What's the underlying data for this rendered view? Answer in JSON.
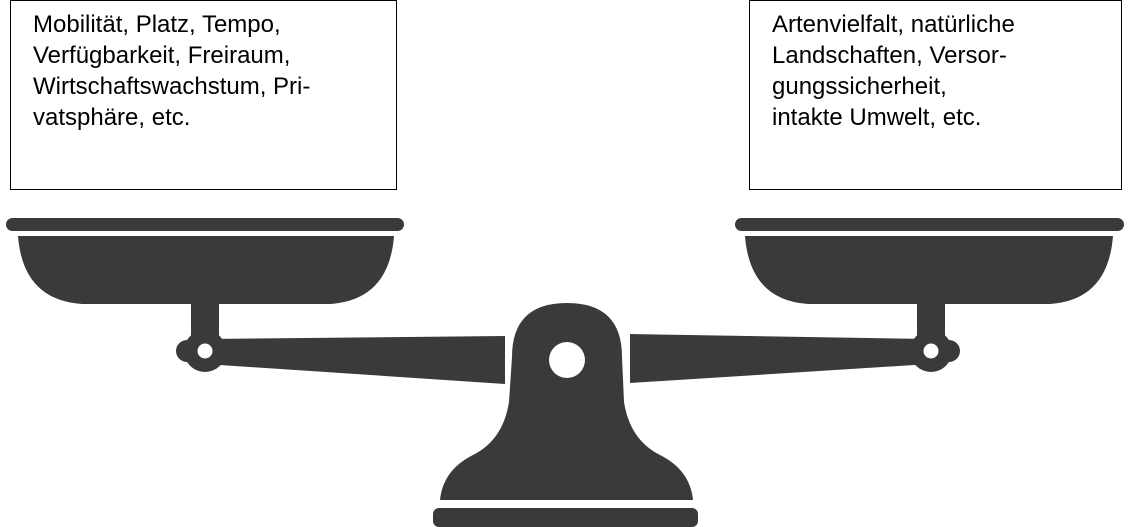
{
  "left_box": {
    "lines": [
      "Mobilität, Platz, Tempo,",
      "Verfügbarkeit, Freiraum,",
      "Wirtschaftswachstum, Pri-",
      "vatsphäre, etc."
    ]
  },
  "right_box": {
    "lines": [
      "Artenvielfalt, natürliche",
      "Landschaften, Versor-",
      "gungssicherheit,",
      "intakte Umwelt, etc."
    ]
  },
  "colors": {
    "scale_fill": "#3a3a3d",
    "box_border": "#000000",
    "background": "#ffffff"
  }
}
